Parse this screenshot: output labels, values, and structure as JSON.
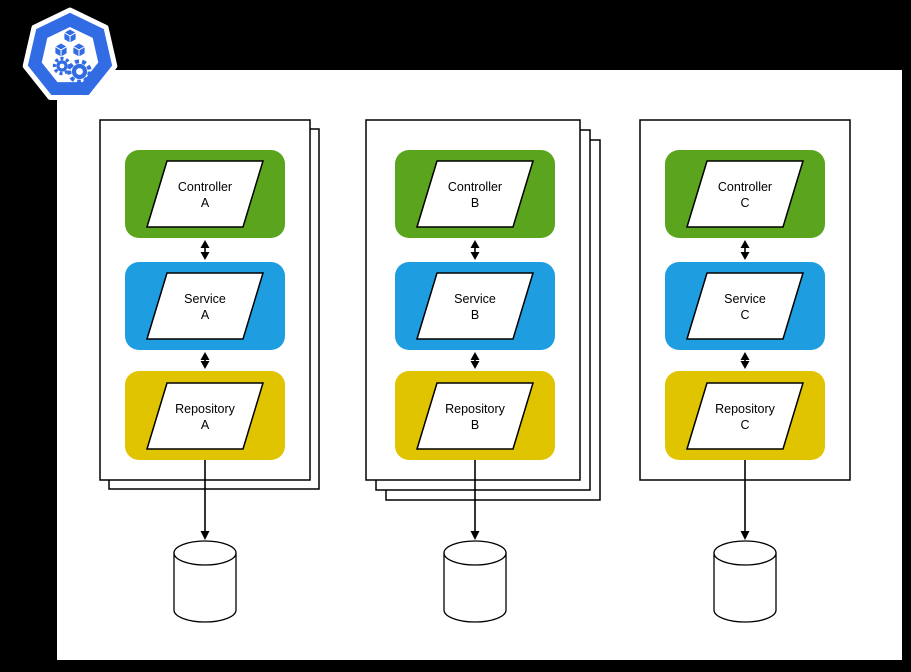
{
  "background": {
    "outer": "#000000",
    "panel": "#ffffff"
  },
  "colors": {
    "controller": "#5BA41D",
    "service": "#1E9EE0",
    "repository": "#E0C400",
    "outline": "#000000",
    "logo_blue": "#326CE5",
    "logo_inner": "#ffffff"
  },
  "icons": {
    "logo": "kubernetes-workloads-logo",
    "database": "database-cylinder",
    "cubes": "container-cubes-icon",
    "gears": "gears-icon"
  },
  "columns": [
    {
      "id": "A",
      "stack_count": 2,
      "controller": {
        "line1": "Controller",
        "line2": "A"
      },
      "service": {
        "line1": "Service",
        "line2": "A"
      },
      "repository": {
        "line1": "Repository",
        "line2": "A"
      }
    },
    {
      "id": "B",
      "stack_count": 3,
      "controller": {
        "line1": "Controller",
        "line2": "B"
      },
      "service": {
        "line1": "Service",
        "line2": "B"
      },
      "repository": {
        "line1": "Repository",
        "line2": "B"
      }
    },
    {
      "id": "C",
      "stack_count": 1,
      "controller": {
        "line1": "Controller",
        "line2": "C"
      },
      "service": {
        "line1": "Service",
        "line2": "C"
      },
      "repository": {
        "line1": "Repository",
        "line2": "C"
      }
    }
  ]
}
